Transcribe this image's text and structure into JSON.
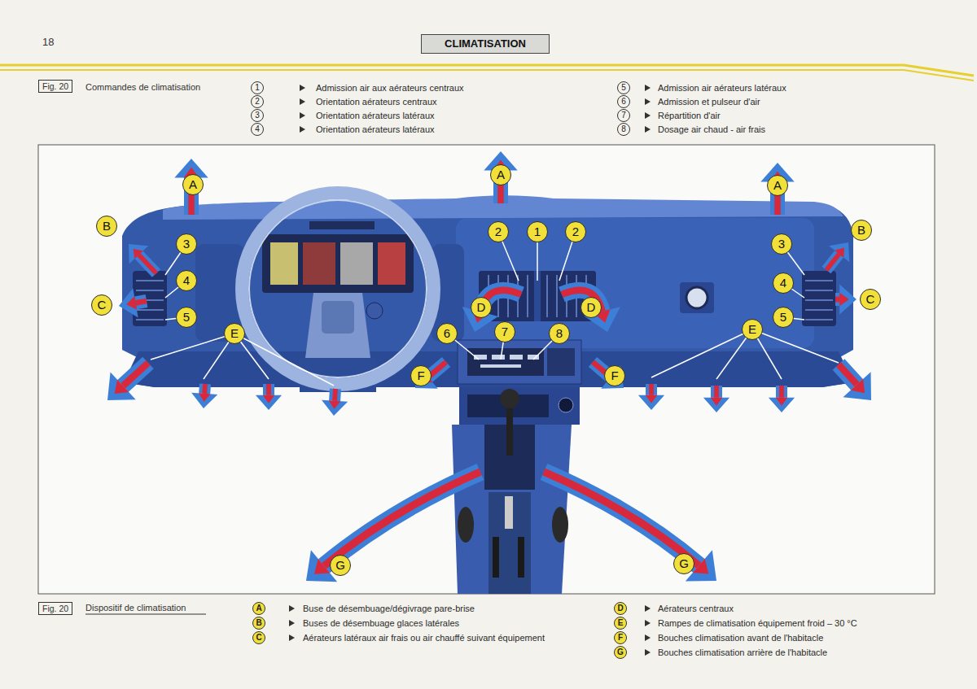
{
  "diagram": {
    "title": "CLIMATISATION",
    "caption": "Dispositif de climatisation",
    "nodes": [
      {
        "text": [
          "Fig. 20"
        ]
      },
      {
        "text": [
          "Fig. 20"
        ]
      }
    ],
    "labels": [
      "18",
      "Commandes de climatisation",
      "1",
      "Admission air aux aérateurs centraux",
      "2",
      "Orientation aérateurs centraux",
      "3",
      "Orientation aérateurs latéraux",
      "4",
      "Orientation aérateurs latéraux",
      "5",
      "Admission air aérateurs latéraux",
      "6",
      "Admission et pulseur d'air",
      "7",
      "Répartition d'air",
      "8",
      "Dosage air chaud - air frais",
      "A",
      "A",
      "A",
      "B",
      "B",
      "C",
      "C",
      "D",
      "D",
      "E",
      "E",
      "F",
      "F",
      "G",
      "G",
      "1",
      "2",
      "2",
      "3",
      "3",
      "4",
      "4",
      "5",
      "5",
      "6",
      "7",
      "8",
      "A",
      "Buse de désembuage/dégivrage pare-brise",
      "B",
      "Buses de désembuage glaces latérales",
      "C",
      "Aérateurs latéraux air frais ou air chauffé suivant équipement",
      "D",
      "Aérateurs centraux",
      "E",
      "Rampes de climatisation équipement froid – 30 °C",
      "F",
      "Bouches climatisation avant de l'habitacle",
      "G",
      "Bouches climatisation arrière de l'habitacle"
    ]
  }
}
